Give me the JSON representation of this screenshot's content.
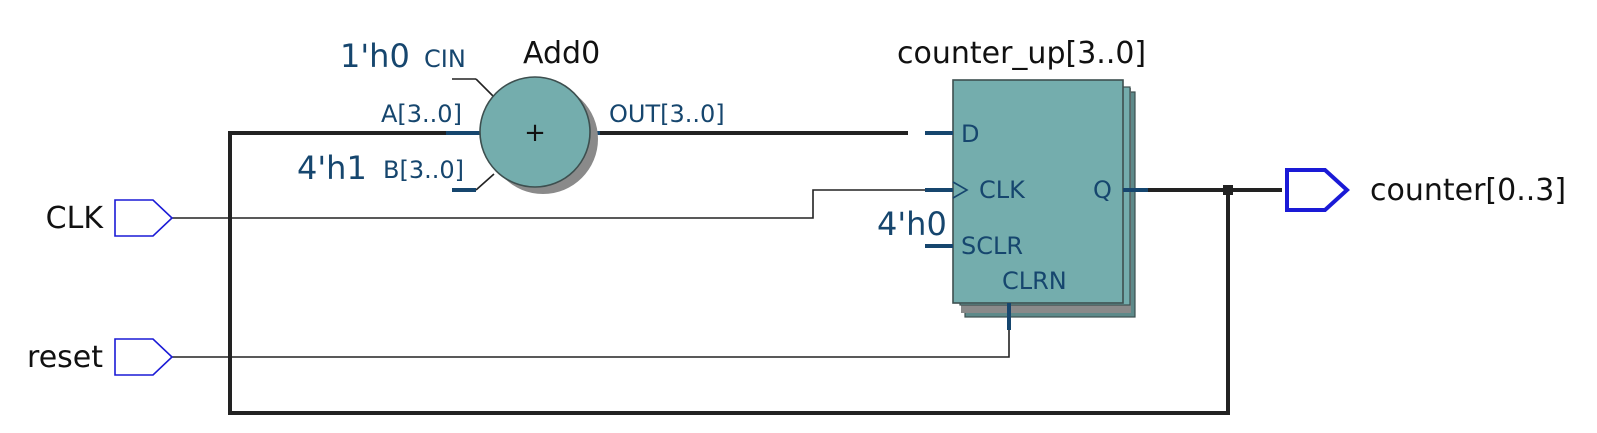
{
  "colors": {
    "component_fill": "#74adad",
    "component_stroke": "#3d4f4f",
    "shadow": "#8a8a8a",
    "wire": "#222222",
    "pin_stub": "#16466e",
    "io_port": "#1a1ad6",
    "label_black": "#111111",
    "label_blue": "#16466e"
  },
  "inputs": [
    {
      "name": "CLK",
      "icon": "input-port-icon"
    },
    {
      "name": "reset",
      "icon": "input-port-icon"
    }
  ],
  "output": {
    "name": "counter[0..3]",
    "icon": "output-port-icon"
  },
  "adder": {
    "name": "Add0",
    "symbol": "+",
    "pins": {
      "cin": "CIN",
      "a": "A[3..0]",
      "b": "B[3..0]",
      "out": "OUT[3..0]"
    },
    "constants": {
      "cin": "1'h0",
      "b": "4'h1"
    }
  },
  "register": {
    "name": "counter_up[3..0]",
    "pins": {
      "d": "D",
      "clk": "CLK",
      "sclr": "SCLR",
      "clrn": "CLRN",
      "q": "Q"
    },
    "constants": {
      "sclr": "4'h0"
    }
  }
}
